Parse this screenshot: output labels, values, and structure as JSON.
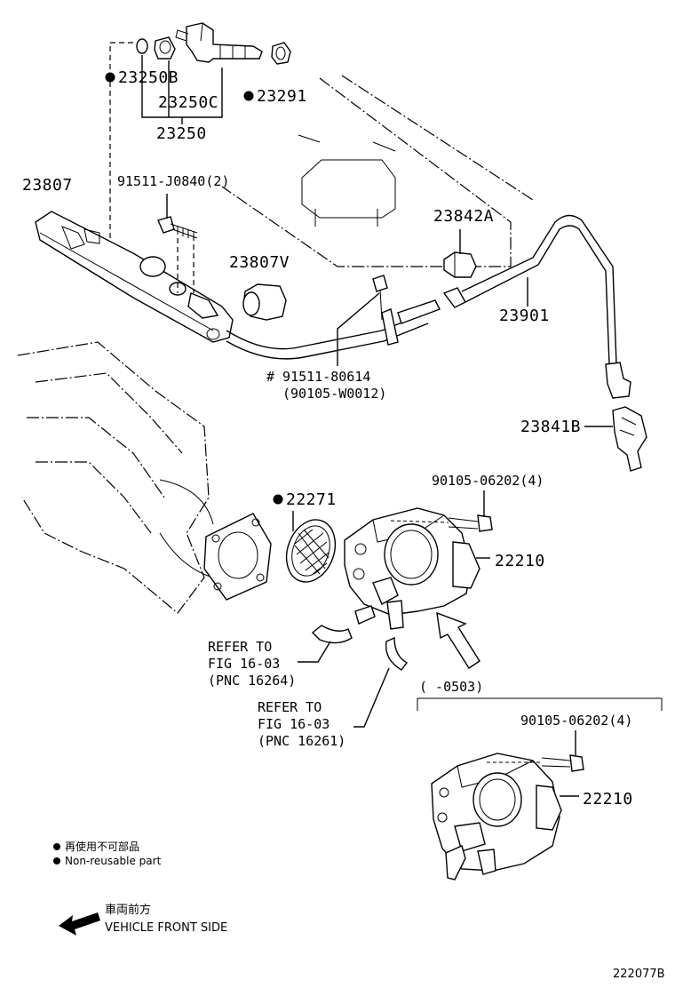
{
  "callouts": {
    "p23250B": "23250B",
    "p23250C": "23250C",
    "p23250": "23250",
    "p23291": "23291",
    "p23807": "23807",
    "bolt_j0840": "91511-J0840(2)",
    "p23842A": "23842A",
    "p23807V": "23807V",
    "p23901": "23901",
    "bolt_80614": "# 91511-80614",
    "alt_w0012": "(90105-W0012)",
    "p23841B": "23841B",
    "bolt_06202_a": "90105-06202(4)",
    "p22271": "22271",
    "p22210_a": "22210",
    "refer_a_1": "REFER TO",
    "refer_a_2": "FIG 16-03",
    "refer_a_3": "(PNC 16264)",
    "refer_b_1": "REFER TO",
    "refer_b_2": "FIG 16-03",
    "refer_b_3": "(PNC 16261)",
    "date_range": "(      -0503)",
    "bolt_06202_b": "90105-06202(4)",
    "p22210_b": "22210"
  },
  "legend": {
    "nonreusable_jp": "再使用不可部品",
    "nonreusable_en": "Non-reusable part",
    "front_jp": "車両前方",
    "front_en": "VEHICLE FRONT SIDE"
  },
  "footer": {
    "figure_code": "222077B"
  }
}
